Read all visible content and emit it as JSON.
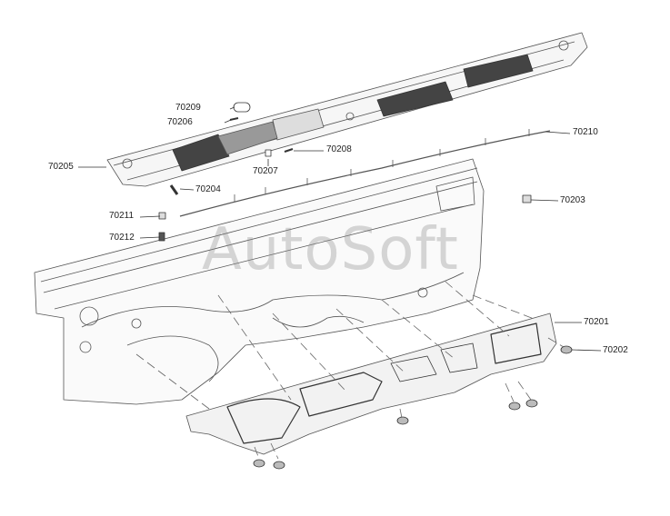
{
  "watermark": "AutoSoft",
  "parts": {
    "p70209": "70209",
    "p70206": "70206",
    "p70205": "70205",
    "p70204": "70204",
    "p70207": "70207",
    "p70208": "70208",
    "p70210": "70210",
    "p70203": "70203",
    "p70211": "70211",
    "p70212": "70212",
    "p70201": "70201",
    "p70202": "70202"
  },
  "colors": {
    "line": "#555555",
    "fill": "#f4f4f4",
    "dark": "#333333",
    "watermark": "#8c8c8c"
  }
}
